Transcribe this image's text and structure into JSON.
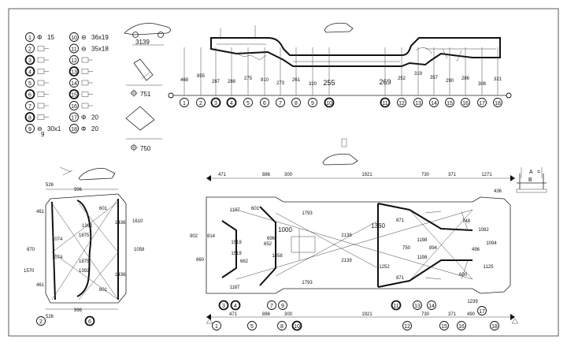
{
  "legend": [
    {
      "num": "1",
      "sym": "Φ",
      "val": "15"
    },
    {
      "num": "2",
      "sym": "",
      "val": ""
    },
    {
      "num": "3",
      "sym": "",
      "val": ""
    },
    {
      "num": "4",
      "sym": "",
      "val": ""
    },
    {
      "num": "5",
      "sym": "",
      "val": ""
    },
    {
      "num": "6",
      "sym": "",
      "val": ""
    },
    {
      "num": "7",
      "sym": "",
      "val": ""
    },
    {
      "num": "8",
      "sym": "",
      "val": ""
    },
    {
      "num": "9",
      "sym": "⊖",
      "val": "30x1"
    },
    {
      "num": "10",
      "sym": "⊖",
      "val": "36x19"
    },
    {
      "num": "11",
      "sym": "⊖",
      "val": "35x18"
    },
    {
      "num": "12",
      "sym": "",
      "val": ""
    },
    {
      "num": "13",
      "sym": "",
      "val": ""
    },
    {
      "num": "14",
      "sym": "",
      "val": ""
    },
    {
      "num": "15",
      "sym": "",
      "val": ""
    },
    {
      "num": "16",
      "sym": "",
      "val": ""
    },
    {
      "num": "17",
      "sym": "Φ",
      "val": "20"
    },
    {
      "num": "18",
      "sym": "Φ",
      "val": "20"
    }
  ],
  "legend_extra": "9",
  "side_view": {
    "dims": [
      "468",
      "855",
      "287",
      "288",
      "275",
      "910",
      "273",
      "261",
      "320",
      "255",
      "269",
      "252",
      "319",
      "357",
      "290",
      "286",
      "308",
      "321"
    ],
    "points": [
      "1",
      "2",
      "3",
      "4",
      "5",
      "6",
      "7",
      "8",
      "9",
      "10",
      "11",
      "12",
      "13",
      "14",
      "15",
      "16",
      "17",
      "18"
    ],
    "car_dim": "3139",
    "jack_dims": [
      "751",
      "750"
    ]
  },
  "front_view": {
    "dims": [
      "526",
      "996",
      "601",
      "1392",
      "1875",
      "1436",
      "1610",
      "461",
      "1074",
      "870",
      "1570",
      "1074",
      "1058",
      "1875",
      "1392",
      "1436",
      "461",
      "601",
      "996",
      "526"
    ],
    "points": [
      "2",
      "6"
    ]
  },
  "top_view": {
    "top_dims": [
      "471",
      "886",
      "300",
      "1921",
      "730",
      "371",
      "1271",
      "436"
    ],
    "bottom_dims": [
      "471",
      "886",
      "300",
      "1921",
      "730",
      "371",
      "490"
    ],
    "inner": [
      "1187",
      "601",
      "1793",
      "902",
      "814",
      "660",
      "1519",
      "1519",
      "662",
      "652",
      "696",
      "1458",
      "1000",
      "2139",
      "2139",
      "1360",
      "871",
      "1198",
      "1198",
      "750",
      "894",
      "748",
      "1082",
      "1094",
      "496",
      "1252",
      "1125",
      "600",
      "871",
      "1793",
      "1187",
      "1239"
    ],
    "points_bottom": [
      "1",
      "5",
      "8",
      "10",
      "12",
      "15",
      "16",
      "18"
    ],
    "points_mid": [
      "3",
      "4",
      "7",
      "9",
      "11",
      "13",
      "14",
      "17"
    ],
    "ab_label_a": "A",
    "ab_label_b": "B",
    "ab_label_eq": "="
  }
}
